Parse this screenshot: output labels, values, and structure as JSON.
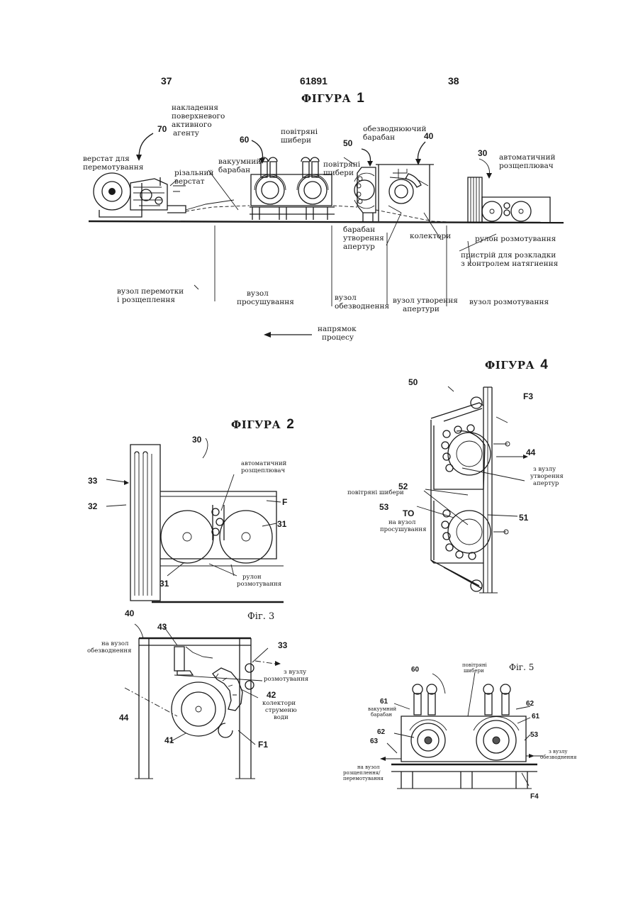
{
  "header": {
    "page_left": "37",
    "patent_number": "61891",
    "page_right": "38"
  },
  "fig1": {
    "title": "ФІГУРА",
    "number": "1",
    "refs": {
      "r70": "70",
      "r60": "60",
      "r50": "50",
      "r40": "40",
      "r30": "30"
    },
    "labels": {
      "surface_agent": [
        "накладення",
        "поверхневого",
        "активного",
        "агенту"
      ],
      "rewinder": [
        "верстат для",
        "перемотування"
      ],
      "slitter": [
        "різальний",
        "верстат"
      ],
      "vacuum_drum": [
        "вакуумний",
        "барабан"
      ],
      "air_gates_top": [
        "повітряні",
        "шибери"
      ],
      "dewater_drum": [
        "обезводнюючий",
        "барабан"
      ],
      "air_gates_mid": [
        "повітряні",
        "шибери"
      ],
      "auto_splicer": [
        "автоматичний",
        "розщеплювач"
      ],
      "aperture_drum": [
        "барабан",
        "утворення",
        "апертур"
      ],
      "collector": "колектори",
      "unwind_rolls": "рулон розмотування",
      "tension_device": [
        "пристрій для розкладки",
        "з контролем натягнення"
      ],
      "section_rewind": [
        "вузол перемотки",
        "і розщеплення"
      ],
      "section_dry": [
        "вузол",
        "просушування"
      ],
      "section_dewater": [
        "вузол",
        "обезводнення"
      ],
      "section_aperture": [
        "вузол утворення",
        "апертури"
      ],
      "section_unwind": "вузол розмотування",
      "direction": [
        "напрямок",
        "процесу"
      ]
    }
  },
  "fig2": {
    "title": "ФІГУРА",
    "number": "2",
    "refs": {
      "r30": "30",
      "r33": "33",
      "r32": "32",
      "rF": "F",
      "r31a": "31",
      "r31b": "31"
    },
    "labels": {
      "auto_splicer": [
        "автоматичний",
        "розщеплювач"
      ],
      "unwind_roll": [
        "рулон",
        "розмотування"
      ]
    }
  },
  "fig3": {
    "title": "Фіг. 3",
    "refs": {
      "r40": "40",
      "r43": "43",
      "r33": "33",
      "r44": "44",
      "r41": "41",
      "r42": "42",
      "rF1": "F1"
    },
    "labels": {
      "to_dewater": [
        "на вузол",
        "обезводнення"
      ],
      "from_unwind": [
        "з вузлу",
        "розмотування"
      ],
      "collectors": [
        "колектори",
        "струменю",
        "води"
      ]
    }
  },
  "fig4": {
    "title": "ФІГУРА",
    "number": "4",
    "refs": {
      "r50": "50",
      "rF3": "F3",
      "r44": "44",
      "r52": "52",
      "r53": "53",
      "r51": "51",
      "rTO": "ТО"
    },
    "labels": {
      "from_aperture": [
        "з вузлу",
        "утворення",
        "апертур"
      ],
      "air_gates": "повітряні шибери",
      "to_dry": [
        "на вузол",
        "просушування"
      ]
    }
  },
  "fig5": {
    "title": "Фіг. 5",
    "refs": {
      "r60": "60",
      "r61a": "61",
      "r62a": "62",
      "r63": "63",
      "r62b": "62",
      "r61b": "61",
      "r53": "53",
      "rF4": "F4"
    },
    "labels": {
      "air_gates": [
        "повітряні",
        "шибери"
      ],
      "vacuum_drum": [
        "вакуумний",
        "барабан"
      ],
      "from_dewater": [
        "з вузлу",
        "обезводнення"
      ],
      "to_rewind": [
        "на вузол",
        "розщеплення/",
        "перемотування"
      ]
    }
  }
}
